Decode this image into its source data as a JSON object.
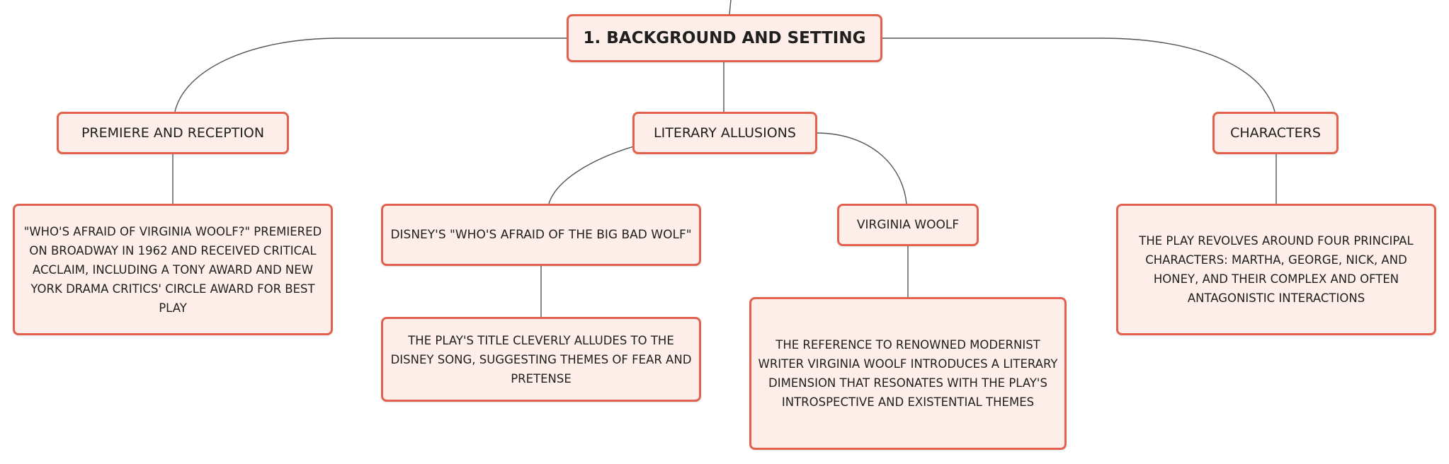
{
  "mindmap": {
    "root": {
      "label": "1. BACKGROUND AND SETTING"
    },
    "branches": [
      {
        "label": "PREMIERE AND RECEPTION",
        "detail": "\"WHO'S AFRAID OF VIRGINIA WOOLF?\" PREMIERED ON BROADWAY IN 1962 AND RECEIVED CRITICAL ACCLAIM, INCLUDING A TONY AWARD AND NEW YORK DRAMA CRITICS' CIRCLE AWARD FOR BEST PLAY"
      },
      {
        "label": "LITERARY ALLUSIONS",
        "children": [
          {
            "label": "DISNEY'S \"WHO'S AFRAID OF THE BIG BAD WOLF\"",
            "detail": "THE PLAY'S TITLE CLEVERLY ALLUDES TO THE DISNEY SONG, SUGGESTING THEMES OF FEAR AND PRETENSE"
          },
          {
            "label": "VIRGINIA WOOLF",
            "detail": "THE REFERENCE TO RENOWNED MODERNIST WRITER VIRGINIA WOOLF INTRODUCES A LITERARY DIMENSION THAT RESONATES WITH THE PLAY'S INTROSPECTIVE AND EXISTENTIAL THEMES"
          }
        ]
      },
      {
        "label": "CHARACTERS",
        "detail": "THE PLAY REVOLVES AROUND FOUR PRINCIPAL CHARACTERS: MARTHA, GEORGE, NICK, AND HONEY, AND THEIR COMPLEX AND OFTEN ANTAGONISTIC INTERACTIONS"
      }
    ]
  },
  "colors": {
    "node_fill": "#fdeee9",
    "node_border": "#e2624f",
    "connector": "#555555"
  }
}
